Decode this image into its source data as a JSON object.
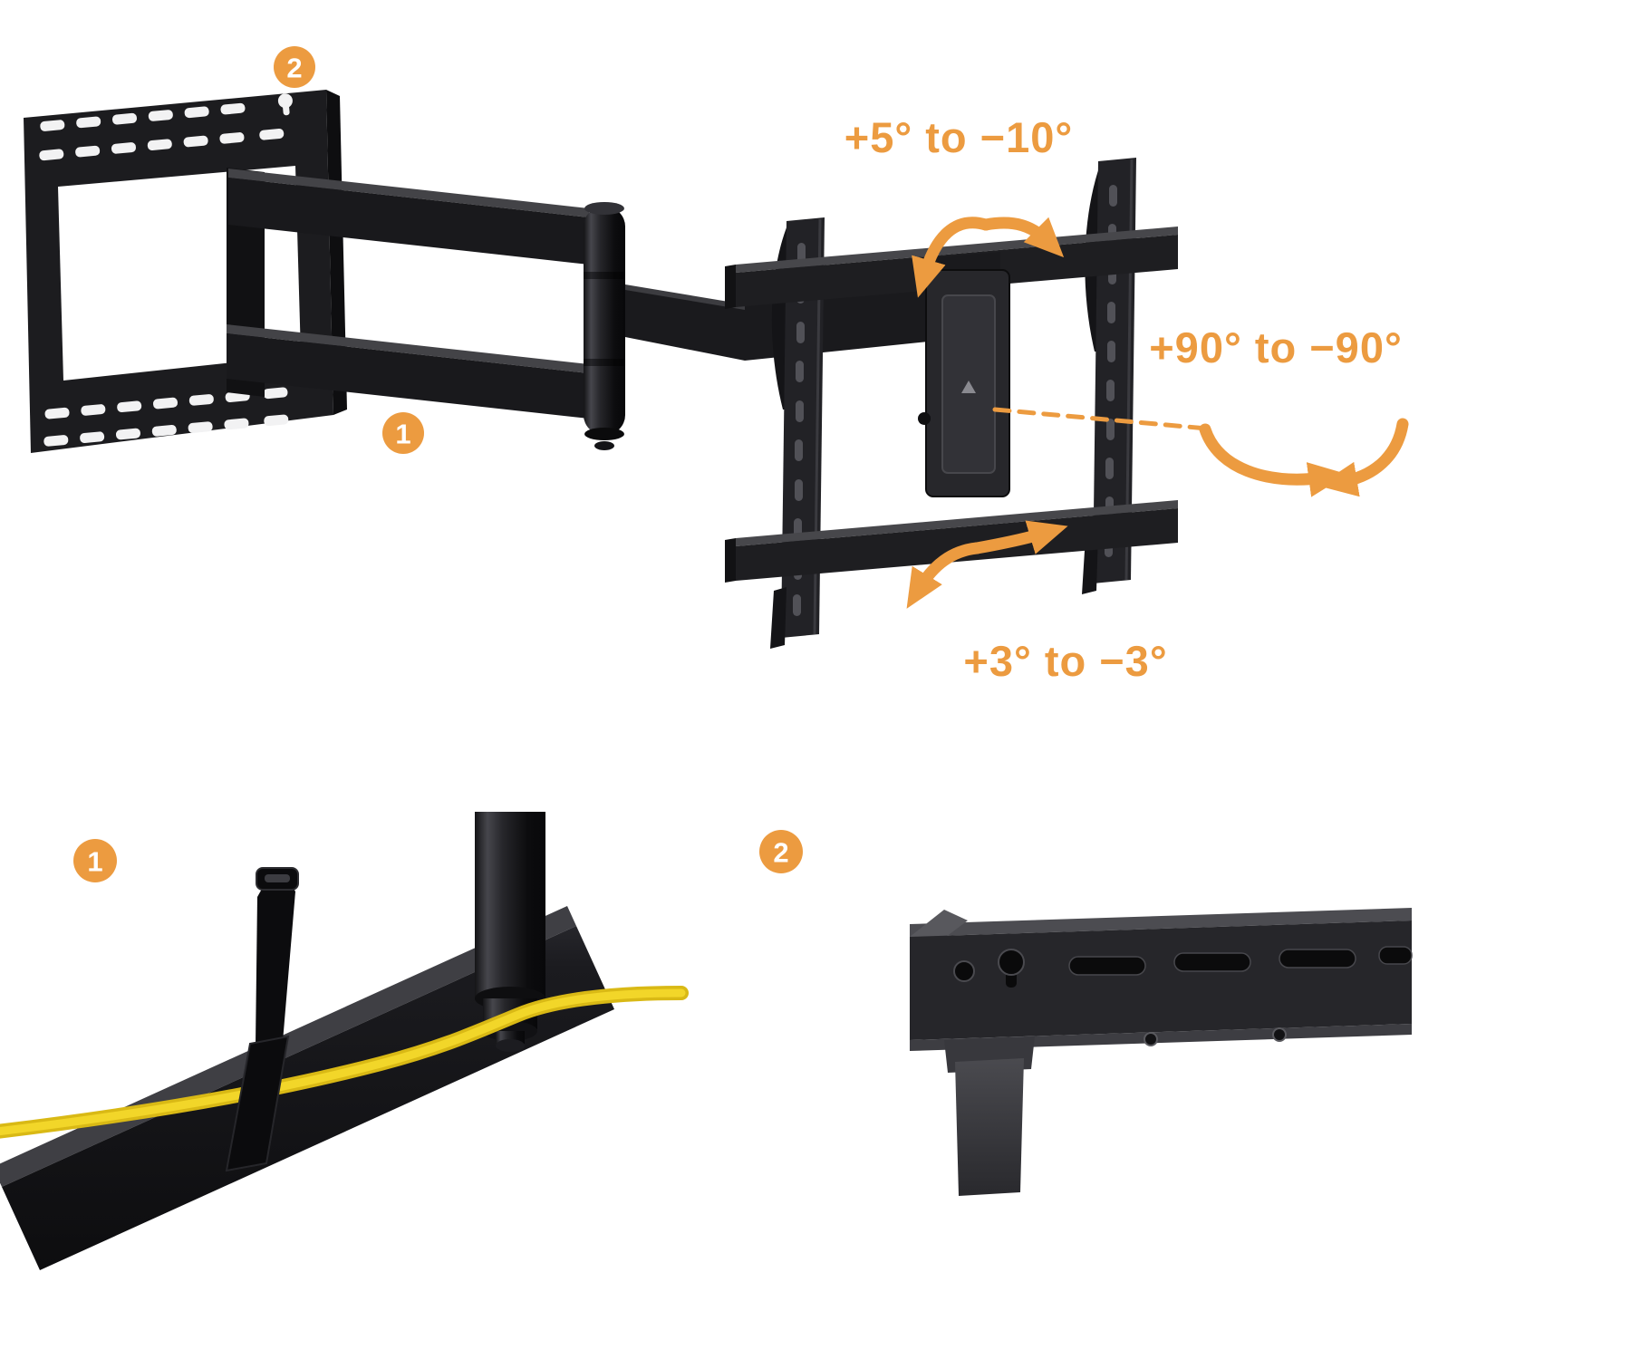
{
  "annotations": {
    "tilt_range": "+5° to −10°",
    "swivel_range": "+90° to −90°",
    "level_range": "+3° to −3°"
  },
  "callouts": {
    "arm": "1",
    "wall_plate": "2",
    "detail_cable": "1",
    "detail_plate": "2"
  },
  "colors": {
    "accent_orange": "#EC9B40",
    "mount_black": "#1B1B1E",
    "cable_yellow": "#EDCB1D",
    "background": "#FFFFFF"
  }
}
